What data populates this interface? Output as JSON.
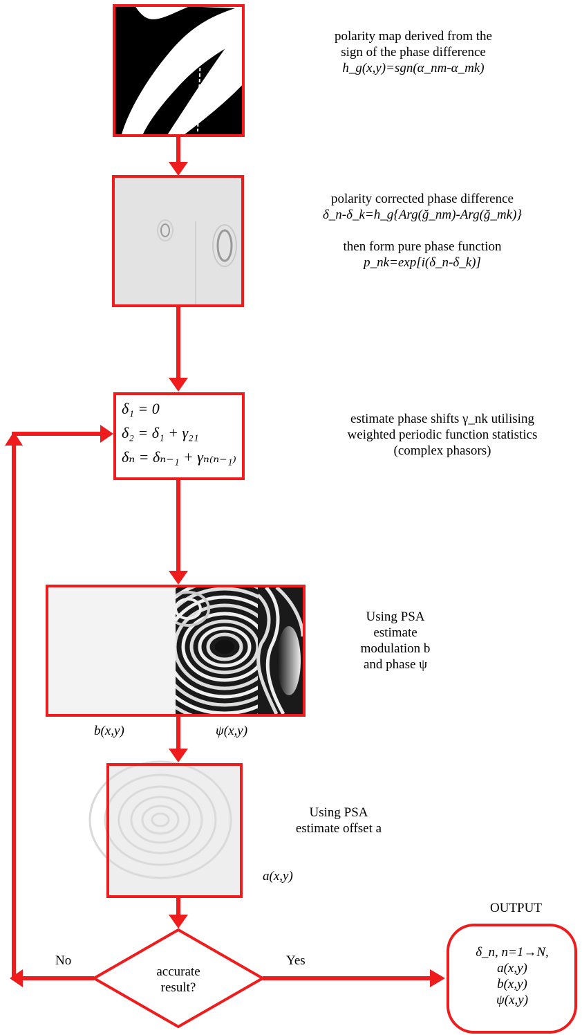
{
  "steps": {
    "polarity_map": {
      "line1": "polarity map derived from the",
      "line2": "sign of the phase difference",
      "formula": "h_g(x,y)=sgn(α_nm-α_mk)"
    },
    "polarity_corrected": {
      "line1": "polarity corrected phase difference",
      "formula": "δ_n-δ_k=h_g{Arg(ğ_nm)-Arg(ğ_mk)}",
      "line3": "then form pure phase function",
      "formula2": "p_nk=exp[i(δ_n-δ_k)]"
    },
    "phase_shift": {
      "eq1": "δ₁ = 0",
      "eq2": "δ₂ = δ₁ + γ₂₁",
      "eq3": "δₙ = δₙ₋₁ + γₙ₍ₙ₋₁₎",
      "line1": "estimate phase shifts γ_nk utilising",
      "line2": "weighted periodic function statistics",
      "line3": "(complex phasors)"
    },
    "psa_modulation": {
      "line1": "Using PSA",
      "line2": "estimate",
      "line3": "modulation b",
      "line4": "and phase ψ",
      "label_b": "b(x,y)",
      "label_psi": "ψ(x,y)"
    },
    "psa_offset": {
      "line1": "Using PSA",
      "line2": "estimate offset a",
      "label_a": "a(x,y)"
    },
    "decision": {
      "question_line1": "accurate",
      "question_line2": "result?",
      "no": "No",
      "yes": "Yes"
    },
    "output": {
      "title": "OUTPUT",
      "line1": "δ_n, n=1→N,",
      "line2": "a(x,y)",
      "line3": "b(x,y)",
      "line4": "ψ(x,y)"
    }
  },
  "colors": {
    "accent": "#ee1c1c",
    "black": "#000000",
    "light_gray": "#e4e4e4"
  }
}
